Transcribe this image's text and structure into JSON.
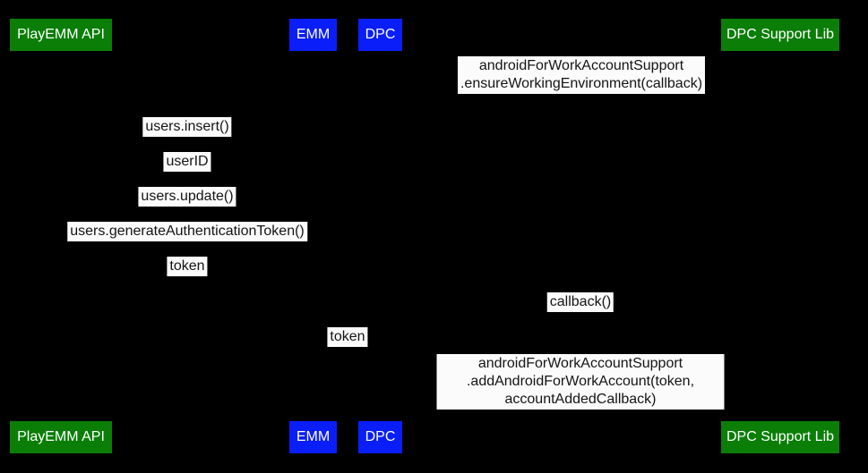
{
  "diagram": {
    "background_color": "#000000",
    "colors": {
      "participant_green": "#0a7e07",
      "participant_blue": "#0a1efa",
      "message_background": "#fbfbfb",
      "message_text": "#141414",
      "participant_text": "#ffffff"
    },
    "participants": [
      {
        "label": "PlayEMM API",
        "color": "green"
      },
      {
        "label": "EMM",
        "color": "blue"
      },
      {
        "label": "DPC",
        "color": "blue"
      },
      {
        "label": "DPC Support Lib",
        "color": "green"
      }
    ],
    "messages": [
      {
        "from": "DPC",
        "to": "DPC Support Lib",
        "text": "androidForWorkAccountSupport\n.ensureWorkingEnvironment(callback)"
      },
      {
        "from": "EMM",
        "to": "PlayEMM API",
        "text": "users.insert()"
      },
      {
        "from": "PlayEMM API",
        "to": "EMM",
        "text": "userID"
      },
      {
        "from": "EMM",
        "to": "PlayEMM API",
        "text": "users.update()"
      },
      {
        "from": "EMM",
        "to": "PlayEMM API",
        "text": "users.generateAuthenticationToken()"
      },
      {
        "from": "PlayEMM API",
        "to": "EMM",
        "text": "token"
      },
      {
        "from": "DPC Support Lib",
        "to": "DPC",
        "text": "callback()"
      },
      {
        "from": "EMM",
        "to": "DPC",
        "text": "token"
      },
      {
        "from": "DPC",
        "to": "DPC Support Lib",
        "text": "androidForWorkAccountSupport\n.addAndroidForWorkAccount(token, accountAddedCallback)"
      }
    ]
  }
}
